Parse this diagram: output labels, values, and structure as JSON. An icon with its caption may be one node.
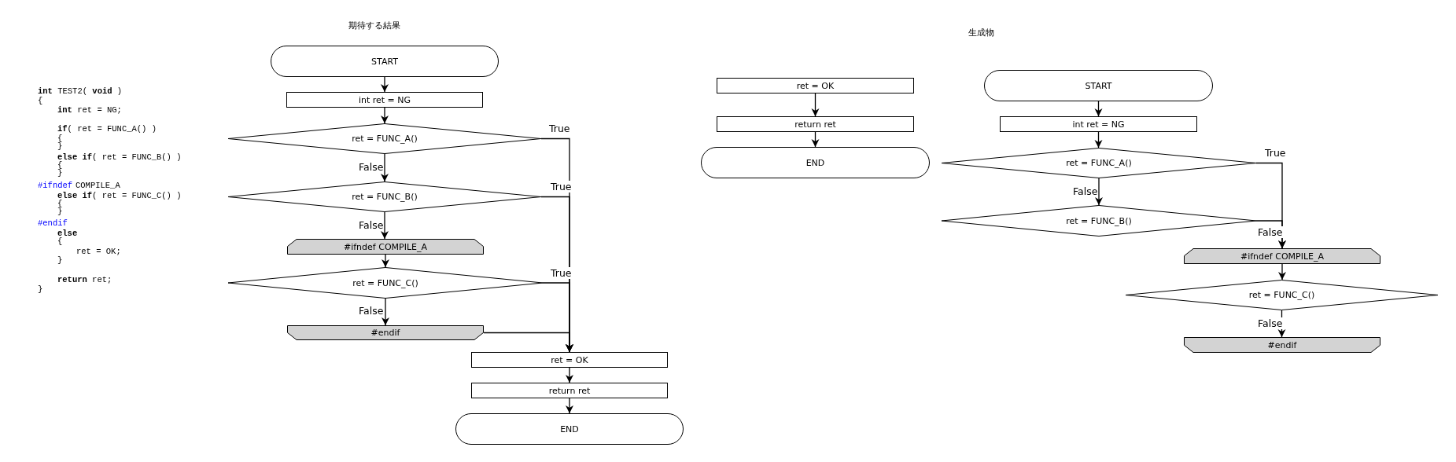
{
  "diagram": {
    "nodes": [
      {
        "text": [
          "START"
        ]
      },
      {
        "text": [
          "int ret = NG"
        ]
      },
      {
        "text": [
          "ret = FUNC_A()"
        ]
      },
      {
        "text": [
          "ret = FUNC_B()"
        ]
      },
      {
        "text": [
          "#ifndef COMPILE_A"
        ]
      },
      {
        "text": [
          "ret = FUNC_C()"
        ]
      },
      {
        "text": [
          "#endif"
        ]
      },
      {
        "text": [
          "ret = OK"
        ]
      },
      {
        "text": [
          "return ret"
        ]
      },
      {
        "text": [
          "END"
        ]
      },
      {
        "text": [
          "ret = OK"
        ]
      },
      {
        "text": [
          "return ret"
        ]
      },
      {
        "text": [
          "END"
        ]
      },
      {
        "text": [
          "START"
        ]
      },
      {
        "text": [
          "int ret = NG"
        ]
      },
      {
        "text": [
          "ret = FUNC_A()"
        ]
      },
      {
        "text": [
          "ret = FUNC_B()"
        ]
      },
      {
        "text": [
          "#ifndef COMPILE_A"
        ]
      },
      {
        "text": [
          "ret = FUNC_C()"
        ]
      },
      {
        "text": [
          "#endif"
        ]
      }
    ],
    "edges": [
      {
        "from": 0,
        "to": 1,
        "arrow": "to"
      },
      {
        "from": 1,
        "to": 2,
        "arrow": "to"
      },
      {
        "from": 2,
        "to": 3,
        "arrow": "to",
        "label": "False"
      },
      {
        "from": 3,
        "to": 4,
        "arrow": "to",
        "label": "False"
      },
      {
        "from": 4,
        "to": 5,
        "arrow": "to"
      },
      {
        "from": 5,
        "to": 6,
        "arrow": "to",
        "label": "False"
      },
      {
        "from": 2,
        "to": 7,
        "arrow": "to",
        "label": "True"
      },
      {
        "from": 3,
        "to": 7,
        "arrow": "to",
        "label": "True"
      },
      {
        "from": 5,
        "to": 7,
        "arrow": "to",
        "label": "True"
      },
      {
        "from": 6,
        "to": 7,
        "arrow": "to"
      },
      {
        "from": 7,
        "to": 8,
        "arrow": "to"
      },
      {
        "from": 8,
        "to": 9,
        "arrow": "to"
      },
      {
        "from": 10,
        "to": 11,
        "arrow": "to"
      },
      {
        "from": 11,
        "to": 12,
        "arrow": "to"
      },
      {
        "from": 13,
        "to": 14,
        "arrow": "to"
      },
      {
        "from": 14,
        "to": 15,
        "arrow": "to"
      },
      {
        "from": 15,
        "to": 16,
        "arrow": "to",
        "label": "False"
      },
      {
        "from": 15,
        "to": 17,
        "arrow": "to",
        "label": "True"
      },
      {
        "from": 16,
        "to": 17,
        "arrow": "to",
        "label": "False"
      },
      {
        "from": 17,
        "to": 18,
        "arrow": "to"
      },
      {
        "from": 18,
        "to": 19,
        "arrow": "to",
        "label": "False"
      }
    ],
    "labels": [
      "期待する結果",
      "生成物",
      "**int** TEST2( **void** )",
      "{",
      "**int** ret = NG;",
      "**if**( ret = FUNC_A() )",
      "{",
      "}",
      "**else if**( ret = FUNC_B() )",
      "{",
      "}",
      "#ifndef",
      "COMPILE_A",
      "**else if**( ret = FUNC_C() )",
      "{",
      "}",
      "#endif",
      "**else**",
      "{",
      "ret = OK;",
      "}",
      "**return** ret;",
      "}"
    ]
  }
}
